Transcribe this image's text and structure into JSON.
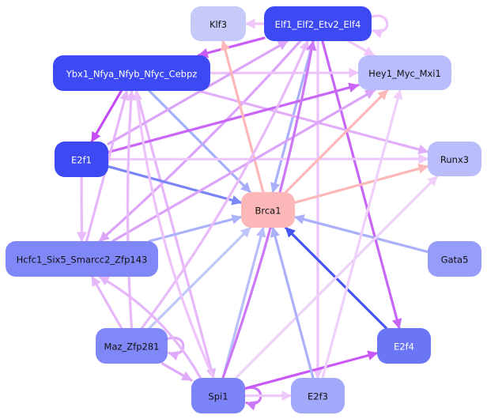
{
  "graph": {
    "nodes": [
      {
        "id": "Klf3",
        "label": "Klf3",
        "fill": "#c6caf9",
        "text_color": "#111111"
      },
      {
        "id": "Elf1",
        "label": "Elf1_Elf2_Etv2_Elf4",
        "fill": "#3d4af4",
        "text_color": "#ffffff"
      },
      {
        "id": "Ybx1",
        "label": "Ybx1_Nfya_Nfyb_Nfyc_Cebpz",
        "fill": "#3d4af4",
        "text_color": "#ffffff"
      },
      {
        "id": "Hey1",
        "label": "Hey1_Myc_Mxi1",
        "fill": "#b9bdfb",
        "text_color": "#111111"
      },
      {
        "id": "E2f1",
        "label": "E2f1",
        "fill": "#3d4af4",
        "text_color": "#ffffff"
      },
      {
        "id": "Runx3",
        "label": "Runx3",
        "fill": "#b9bdfb",
        "text_color": "#111111"
      },
      {
        "id": "Brca1",
        "label": "Brca1",
        "fill": "#fcb8b8",
        "text_color": "#111111"
      },
      {
        "id": "Hcfc1",
        "label": "Hcfc1_Six5_Smarcc2_Zfp143",
        "fill": "#8088f8",
        "text_color": "#111111"
      },
      {
        "id": "Gata5",
        "label": "Gata5",
        "fill": "#959cf9",
        "text_color": "#111111"
      },
      {
        "id": "Maz",
        "label": "Maz_Zfp281",
        "fill": "#8088f8",
        "text_color": "#111111"
      },
      {
        "id": "E2f4",
        "label": "E2f4",
        "fill": "#6b76f7",
        "text_color": "#ffffff"
      },
      {
        "id": "Spi1",
        "label": "Spi1",
        "fill": "#7c84f8",
        "text_color": "#111111"
      },
      {
        "id": "E2f3",
        "label": "E2f3",
        "fill": "#a3a9fa",
        "text_color": "#111111"
      }
    ],
    "edges": [
      {
        "from": "Elf1",
        "to": "Klf3",
        "color": "#f0c6fb"
      },
      {
        "from": "Elf1",
        "to": "Elf1",
        "color": "#eec4fb"
      },
      {
        "from": "Elf1",
        "to": "Ybx1",
        "color": "#c95cf7"
      },
      {
        "from": "Elf1",
        "to": "Hey1",
        "color": "#f0c6fb"
      },
      {
        "from": "Elf1",
        "to": "Brca1",
        "color": "#aab0fa"
      },
      {
        "from": "Elf1",
        "to": "E2f4",
        "color": "#c766f6"
      },
      {
        "from": "Elf1",
        "to": "E2f3",
        "color": "#ecc4fb"
      },
      {
        "from": "Elf1",
        "to": "Hcfc1",
        "color": "#dca4f9"
      },
      {
        "from": "Ybx1",
        "to": "Hey1",
        "color": "#ecc4fb"
      },
      {
        "from": "Ybx1",
        "to": "E2f1",
        "color": "#c44cf4"
      },
      {
        "from": "Ybx1",
        "to": "Brca1",
        "color": "#a6adf9"
      },
      {
        "from": "Ybx1",
        "to": "Runx3",
        "color": "#e2aef9"
      },
      {
        "from": "Ybx1",
        "to": "Spi1",
        "color": "#e6b6fa"
      },
      {
        "from": "E2f1",
        "to": "Hey1",
        "color": "#c966f6"
      },
      {
        "from": "E2f1",
        "to": "Elf1",
        "color": "#dca4f9"
      },
      {
        "from": "E2f1",
        "to": "Runx3",
        "color": "#eec8fb"
      },
      {
        "from": "E2f1",
        "to": "Brca1",
        "color": "#7a86f6"
      },
      {
        "from": "E2f1",
        "to": "Hcfc1",
        "color": "#e8baf9"
      },
      {
        "from": "Brca1",
        "to": "Klf3",
        "color": "#fcb8b8"
      },
      {
        "from": "Brca1",
        "to": "Hey1",
        "color": "#fcb8b8"
      },
      {
        "from": "Brca1",
        "to": "Runx3",
        "color": "#fcb8b8"
      },
      {
        "from": "Hcfc1",
        "to": "Brca1",
        "color": "#aab2fa"
      },
      {
        "from": "Hcfc1",
        "to": "Hey1",
        "color": "#dca4f9"
      },
      {
        "from": "Hcfc1",
        "to": "Ybx1",
        "color": "#e6b6fa"
      },
      {
        "from": "Gata5",
        "to": "Brca1",
        "color": "#aab0fa"
      },
      {
        "from": "E2f4",
        "to": "Brca1",
        "color": "#4654f3"
      },
      {
        "from": "Maz",
        "to": "Maz",
        "color": "#e0a8f9"
      },
      {
        "from": "Maz",
        "to": "Spi1",
        "color": "#e0a8f9"
      },
      {
        "from": "Maz",
        "to": "Hcfc1",
        "color": "#e6b6fa"
      },
      {
        "from": "Maz",
        "to": "Brca1",
        "color": "#c0c6fb"
      },
      {
        "from": "Maz",
        "to": "Elf1",
        "color": "#e8baf9"
      },
      {
        "from": "Maz",
        "to": "Ybx1",
        "color": "#e8baf9"
      },
      {
        "from": "Spi1",
        "to": "Spi1",
        "color": "#cc78f6"
      },
      {
        "from": "Spi1",
        "to": "E2f4",
        "color": "#c958f6"
      },
      {
        "from": "Spi1",
        "to": "E2f3",
        "color": "#eec8fb"
      },
      {
        "from": "Spi1",
        "to": "Brca1",
        "color": "#b8befb"
      },
      {
        "from": "Spi1",
        "to": "Elf1",
        "color": "#cc78f6"
      },
      {
        "from": "Spi1",
        "to": "Hcfc1",
        "color": "#e6b6fa"
      },
      {
        "from": "Spi1",
        "to": "Runx3",
        "color": "#f0d0fb"
      },
      {
        "from": "Spi1",
        "to": "Ybx1",
        "color": "#ecc4fb"
      },
      {
        "from": "E2f3",
        "to": "Brca1",
        "color": "#aab0fa"
      },
      {
        "from": "E2f3",
        "to": "Hey1",
        "color": "#eed0fb"
      }
    ]
  }
}
